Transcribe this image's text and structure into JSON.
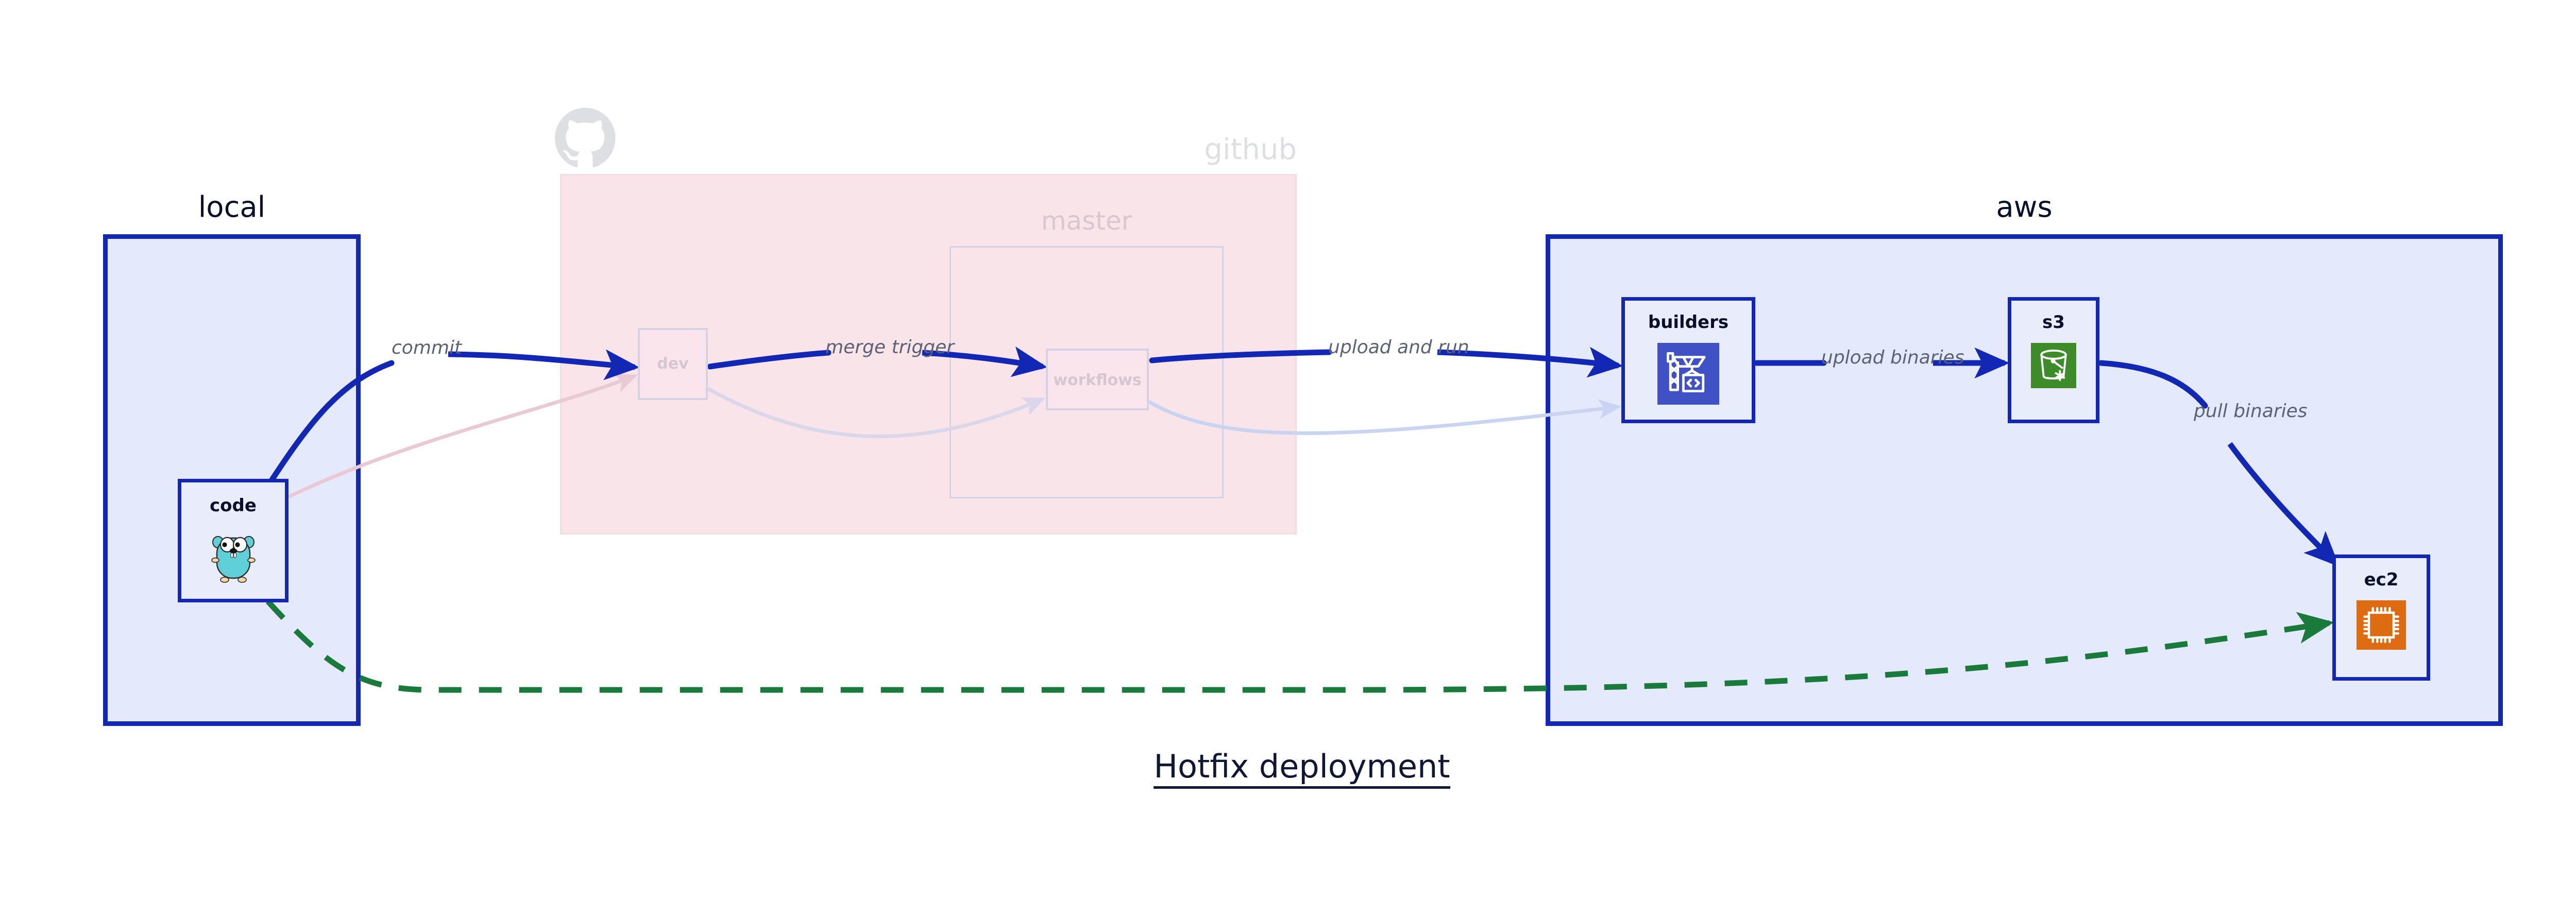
{
  "diagram": {
    "title": "Hotfix deployment",
    "colors": {
      "emphasis_stroke": "#1228B4",
      "node_fill": "#E9EDFB",
      "local_fill": "#E4E9FB",
      "aws_fill": "#E4E9FB",
      "github_fill": "#F9E4EA",
      "faded_stroke": "#D6D2E6",
      "hotfix_path": "#1A7A3C",
      "label_text": "#5A6273",
      "title_text": "#111634",
      "builders_icon_bg": "#3F51C4",
      "s3_icon_bg": "#3E8B29",
      "ec2_icon_bg": "#DD6B11",
      "gopher_body": "#5FCFD8"
    }
  },
  "containers": [
    {
      "id": "local",
      "label": "local",
      "emphasis": "solid"
    },
    {
      "id": "github",
      "label": "github",
      "emphasis": "faded",
      "logo": "github-octocat-icon"
    },
    {
      "id": "master",
      "label": "master",
      "emphasis": "faded"
    },
    {
      "id": "aws",
      "label": "aws",
      "emphasis": "solid"
    }
  ],
  "nodes": [
    {
      "id": "code",
      "label": "code",
      "icon": "go-gopher-icon",
      "parent": "local",
      "emphasis": "solid"
    },
    {
      "id": "dev",
      "label": "dev",
      "icon": null,
      "parent": "github",
      "emphasis": "faded"
    },
    {
      "id": "workflows",
      "label": "workflows",
      "icon": null,
      "parent": "master",
      "emphasis": "faded"
    },
    {
      "id": "builders",
      "label": "builders",
      "icon": "aws-codebuild-icon",
      "parent": "aws",
      "emphasis": "solid"
    },
    {
      "id": "s3",
      "label": "s3",
      "icon": "aws-s3-glacier-icon",
      "parent": "aws",
      "emphasis": "solid"
    },
    {
      "id": "ec2",
      "label": "ec2",
      "icon": "aws-ec2-chip-icon",
      "parent": "aws",
      "emphasis": "solid"
    }
  ],
  "edges": [
    {
      "id": "commit",
      "label": "commit",
      "from": "code",
      "to": "dev",
      "style": "solid",
      "emphasis": "solid"
    },
    {
      "id": "merge-trigger",
      "label": "merge trigger",
      "from": "dev",
      "to": "workflows",
      "style": "solid",
      "emphasis": "solid"
    },
    {
      "id": "upload-and-run",
      "label": "upload and run",
      "from": "workflows",
      "to": "builders",
      "style": "solid",
      "emphasis": "solid"
    },
    {
      "id": "upload-binaries",
      "label": "upload binaries",
      "from": "builders",
      "to": "s3",
      "style": "solid",
      "emphasis": "solid"
    },
    {
      "id": "pull-binaries",
      "label": "pull binaries",
      "from": "s3",
      "to": "ec2",
      "style": "solid",
      "emphasis": "solid"
    },
    {
      "id": "hotfix-direct",
      "label": "",
      "from": "code",
      "to": "ec2",
      "style": "dashed",
      "emphasis": "hotfix"
    },
    {
      "id": "faded-code-dev",
      "label": "",
      "from": "code",
      "to": "dev",
      "style": "solid",
      "emphasis": "faded"
    },
    {
      "id": "faded-dev-workflows",
      "label": "",
      "from": "dev",
      "to": "workflows",
      "style": "solid",
      "emphasis": "faded"
    },
    {
      "id": "faded-workflows-builders",
      "label": "",
      "from": "workflows",
      "to": "builders",
      "style": "solid",
      "emphasis": "faded"
    }
  ]
}
